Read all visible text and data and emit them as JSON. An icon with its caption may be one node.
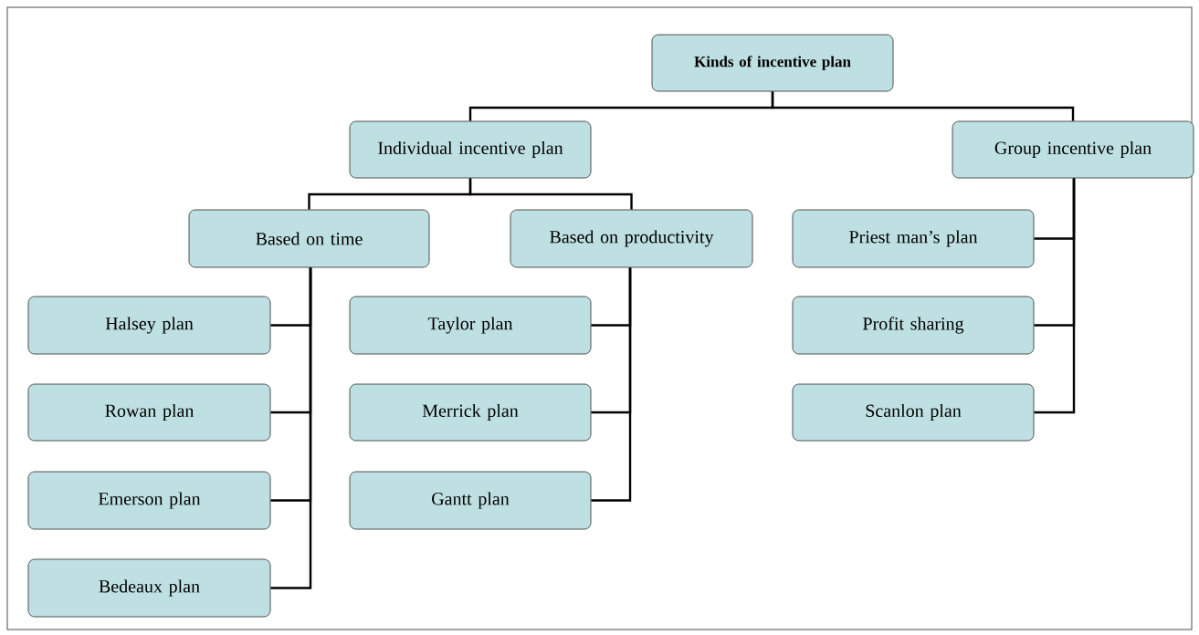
{
  "diagram": {
    "nodes": [
      {
        "text": [
          "Kinds of incentive plan"
        ]
      },
      {
        "text": [
          "Individual incentive plan"
        ]
      },
      {
        "text": [
          "Group incentive plan"
        ]
      },
      {
        "text": [
          "Based on time"
        ]
      },
      {
        "text": [
          "Based on productivity"
        ]
      },
      {
        "text": [
          "Priest man’s plan"
        ]
      },
      {
        "text": [
          "Halsey plan"
        ]
      },
      {
        "text": [
          "Rowan plan"
        ]
      },
      {
        "text": [
          "Emerson plan"
        ]
      },
      {
        "text": [
          "Bedeaux plan"
        ]
      },
      {
        "text": [
          "Taylor plan"
        ]
      },
      {
        "text": [
          "Merrick plan"
        ]
      },
      {
        "text": [
          "Gantt plan"
        ]
      },
      {
        "text": [
          "Profit sharing"
        ]
      },
      {
        "text": [
          "Scanlon plan"
        ]
      }
    ],
    "edges": [
      {
        "from": 0,
        "to": 1,
        "arrow": "none"
      },
      {
        "from": 0,
        "to": 2,
        "arrow": "none"
      },
      {
        "from": 1,
        "to": 3,
        "arrow": "none"
      },
      {
        "from": 1,
        "to": 4,
        "arrow": "none"
      },
      {
        "from": 3,
        "to": 6,
        "arrow": "none"
      },
      {
        "from": 3,
        "to": 7,
        "arrow": "none"
      },
      {
        "from": 3,
        "to": 8,
        "arrow": "none"
      },
      {
        "from": 3,
        "to": 9,
        "arrow": "none"
      },
      {
        "from": 4,
        "to": 10,
        "arrow": "none"
      },
      {
        "from": 4,
        "to": 11,
        "arrow": "none"
      },
      {
        "from": 4,
        "to": 12,
        "arrow": "none"
      },
      {
        "from": 2,
        "to": 5,
        "arrow": "none"
      },
      {
        "from": 2,
        "to": 13,
        "arrow": "none"
      },
      {
        "from": 2,
        "to": 14,
        "arrow": "none"
      }
    ]
  }
}
